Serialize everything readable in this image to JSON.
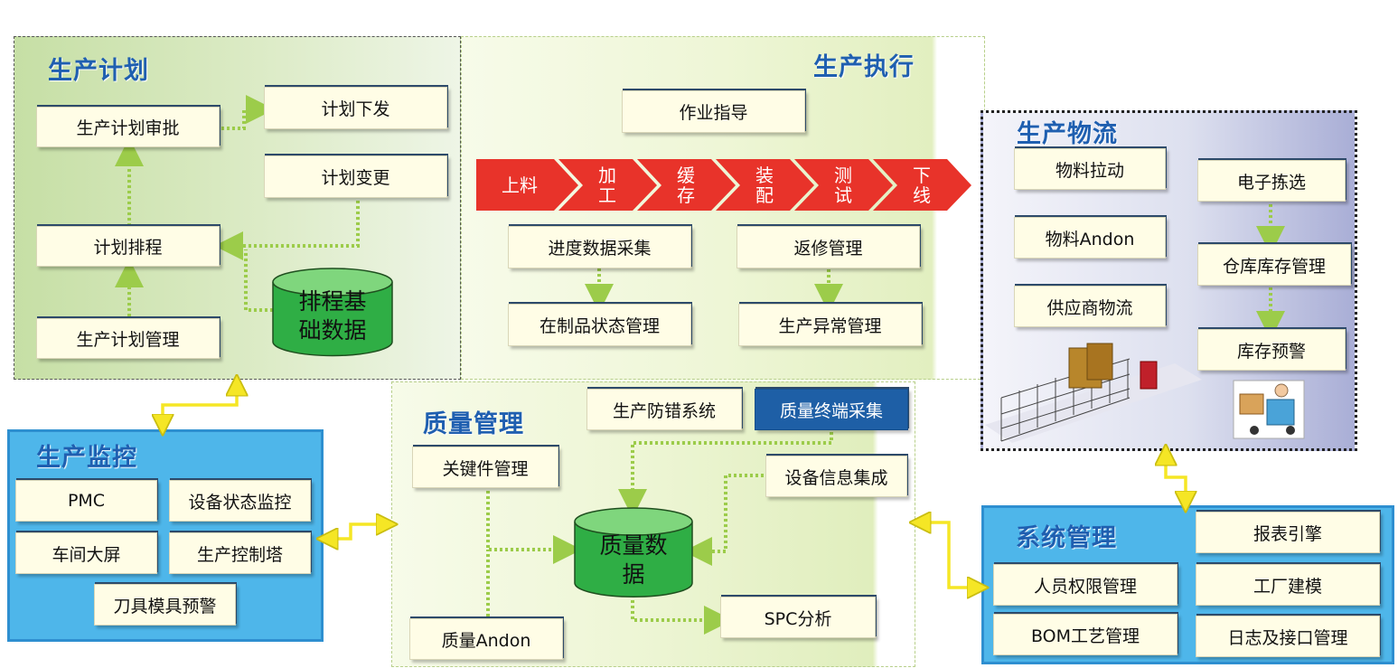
{
  "plan": {
    "title": "生产计划",
    "approve": "生产计划审批",
    "issue": "计划下发",
    "change": "计划变更",
    "schedule": "计划排程",
    "manage": "生产计划管理",
    "db_line1": "排程基",
    "db_line2": "础数据"
  },
  "exec": {
    "title": "生产执行",
    "guide": "作业指导",
    "steps": [
      {
        "l1": "上料",
        "l2": ""
      },
      {
        "l1": "加",
        "l2": "工"
      },
      {
        "l1": "缓",
        "l2": "存"
      },
      {
        "l1": "装",
        "l2": "配"
      },
      {
        "l1": "测",
        "l2": "试"
      },
      {
        "l1": "下",
        "l2": "线"
      }
    ],
    "progress": "进度数据采集",
    "repair": "返修管理",
    "wip": "在制品状态管理",
    "abnormal": "生产异常管理"
  },
  "logistics": {
    "title": "生产物流",
    "pull": "物料拉动",
    "andon": "物料Andon",
    "supplier": "供应商物流",
    "picking": "电子拣选",
    "inventory": "仓库库存管理",
    "alert": "库存预警"
  },
  "quality": {
    "title": "质量管理",
    "errorproof": "生产防错系统",
    "terminal": "质量终端采集",
    "keyparts": "关键件管理",
    "device": "设备信息集成",
    "db_line1": "质量数",
    "db_line2": "据",
    "spc": "SPC分析",
    "andon": "质量Andon"
  },
  "monitor": {
    "title": "生产监控",
    "pmc": "PMC",
    "device_status": "设备状态监控",
    "screen": "车间大屏",
    "tower": "生产控制塔",
    "tool_alert": "刀具模具预警"
  },
  "system": {
    "title": "系统管理",
    "report": "报表引擎",
    "permission": "人员权限管理",
    "modeling": "工厂建模",
    "bom": "BOM工艺管理",
    "log": "日志及接口管理"
  },
  "colors": {
    "chevron": "#e8332a",
    "connector_green": "#9ccc4a",
    "connector_yellow": "#f5e625",
    "panel_blue": "#4eb6ea",
    "title_blue": "#1f5fb0"
  }
}
